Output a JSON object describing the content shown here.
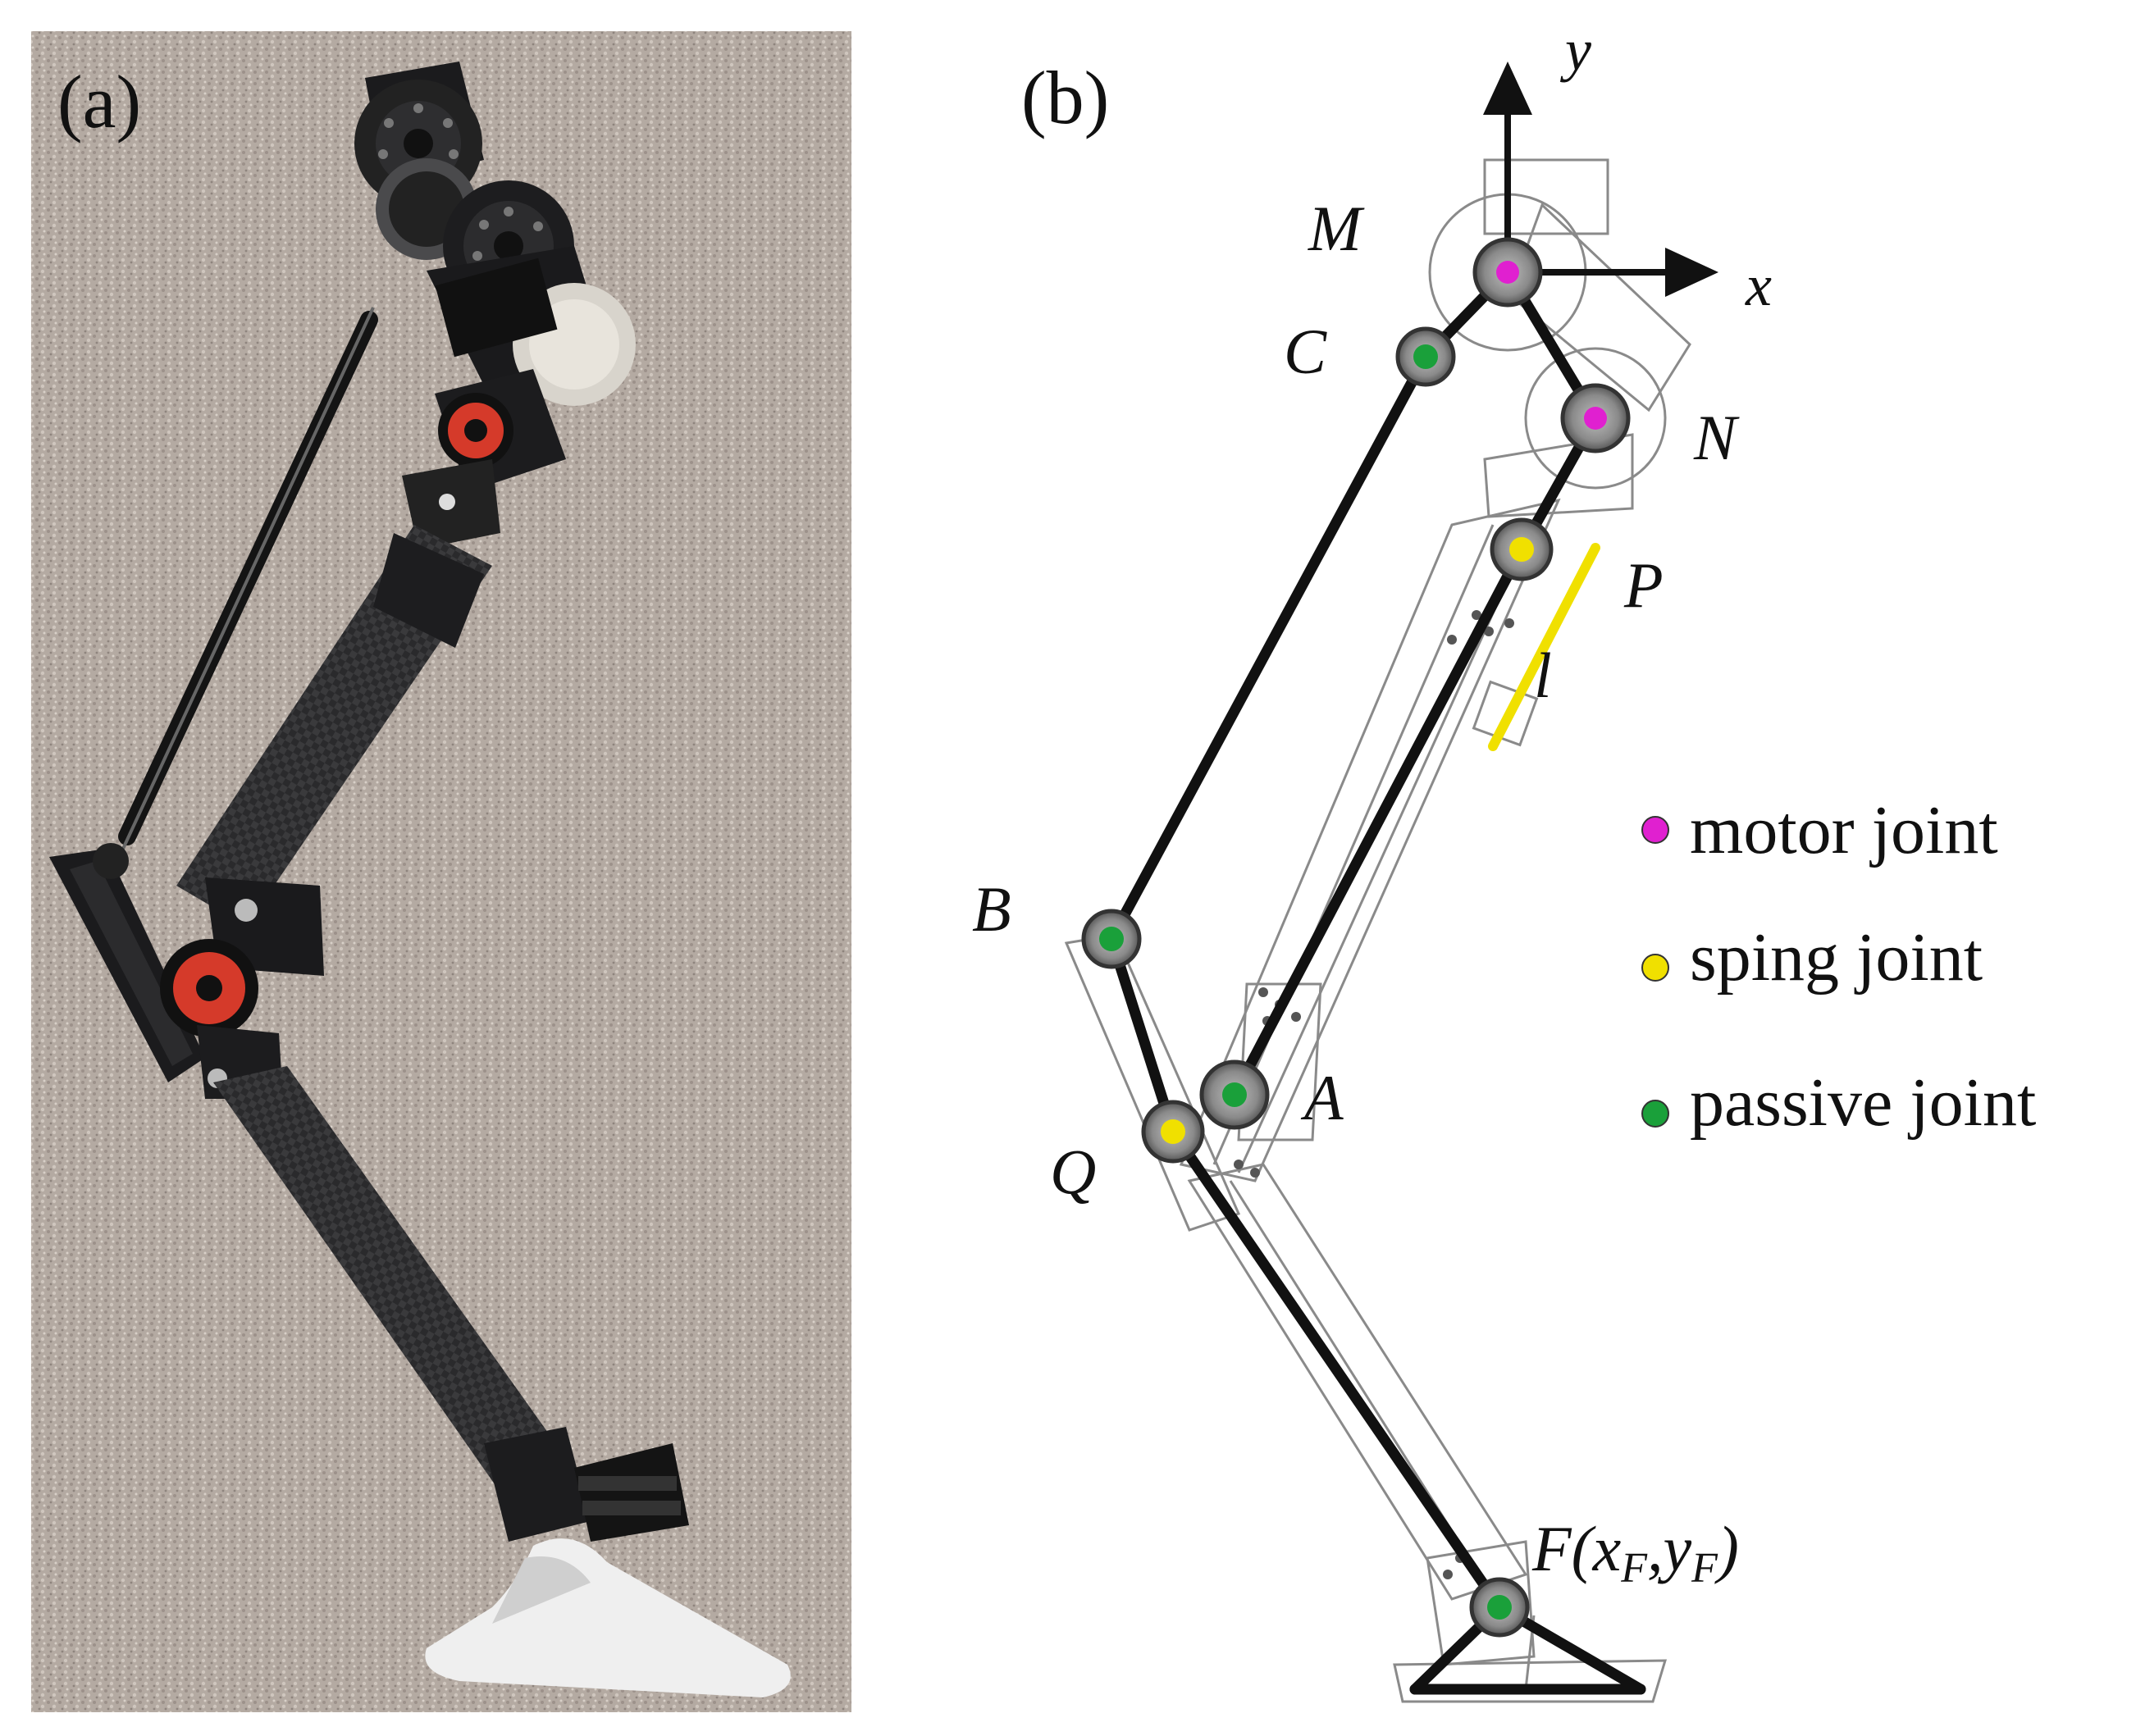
{
  "panels": {
    "a": {
      "label": "(a)"
    },
    "b": {
      "label": "(b)"
    }
  },
  "axes": {
    "x_label": "x",
    "y_label": "y"
  },
  "points": {
    "M": "M",
    "C": "C",
    "N": "N",
    "P": "P",
    "B": "B",
    "A": "A",
    "Q": "Q",
    "l": "l",
    "F": {
      "main": "F(x",
      "sub1": "F",
      "mid": ",y",
      "sub2": "F",
      "end": ")"
    }
  },
  "legend": [
    {
      "label": "motor joint",
      "color": "#e020d0"
    },
    {
      "label": "sping joint",
      "color": "#f0e000"
    },
    {
      "label": "passive joint",
      "color": "#1aa03a"
    }
  ],
  "colors": {
    "motor": "#e020d0",
    "spring": "#f0e000",
    "passive": "#1aa03a",
    "link": "#111111"
  }
}
